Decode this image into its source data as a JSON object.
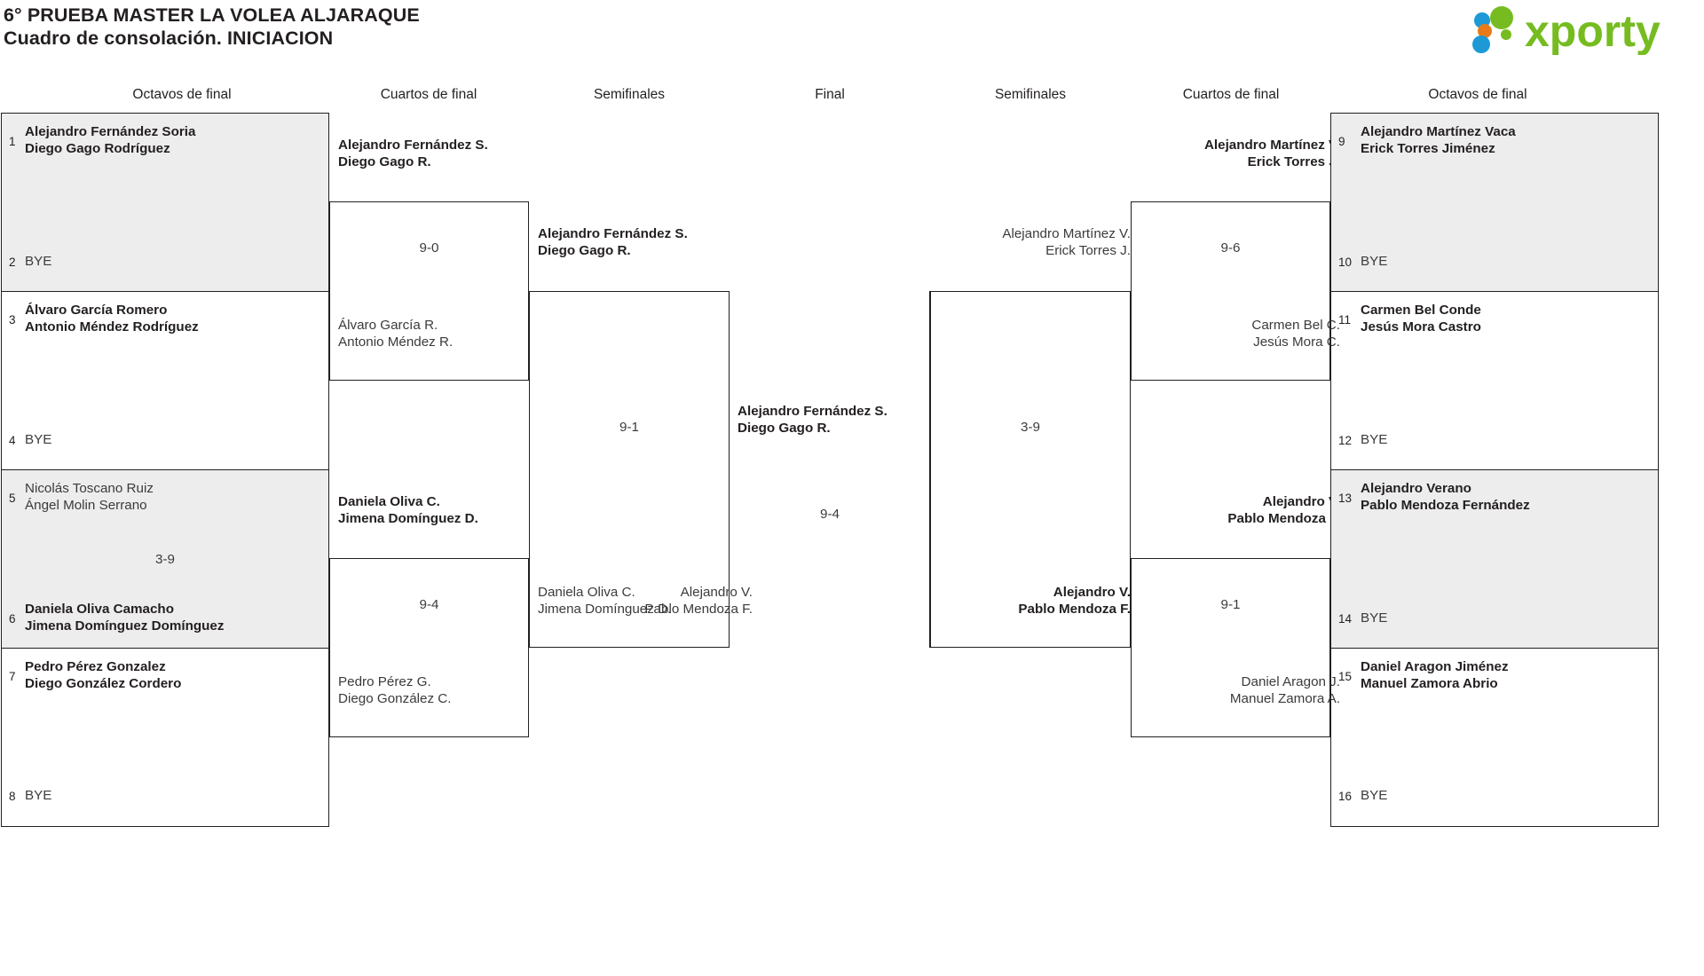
{
  "header": {
    "title_line1": "6° PRUEBA MASTER LA VOLEA ALJARAQUE",
    "title_line2": "Cuadro de consolación. INICIACION",
    "logo_text": "xporty",
    "logo_colors": {
      "blue": "#1d9ad6",
      "orange": "#e87b18",
      "green": "#76bc21"
    }
  },
  "rounds": [
    {
      "id": "r16-left",
      "label": "Octavos de final"
    },
    {
      "id": "qf-left",
      "label": "Cuartos de final"
    },
    {
      "id": "sf-left",
      "label": "Semifinales"
    },
    {
      "id": "final",
      "label": "Final"
    },
    {
      "id": "sf-right",
      "label": "Semifinales"
    },
    {
      "id": "qf-right",
      "label": "Cuartos de final"
    },
    {
      "id": "r16-right",
      "label": "Octavos de final"
    }
  ],
  "bye_label": "BYE",
  "left": {
    "seeds": [
      {
        "n": "1",
        "p1": "Alejandro Fernández Soria",
        "p2": "Diego Gago Rodríguez",
        "state": "win"
      },
      {
        "n": "2",
        "p1": "BYE",
        "p2": "",
        "state": "bye"
      },
      {
        "n": "3",
        "p1": "Álvaro García Romero",
        "p2": "Antonio Méndez Rodríguez",
        "state": "win"
      },
      {
        "n": "4",
        "p1": "BYE",
        "p2": "",
        "state": "bye"
      },
      {
        "n": "5",
        "p1": "Nicolás Toscano Ruiz",
        "p2": "Ángel Molin Serrano",
        "state": "lose"
      },
      {
        "n": "6",
        "p1": "Daniela Oliva Camacho",
        "p2": "Jimena Domínguez Domínguez",
        "state": "win"
      },
      {
        "n": "7",
        "p1": "Pedro Pérez Gonzalez",
        "p2": "Diego González Cordero",
        "state": "win"
      },
      {
        "n": "8",
        "p1": "BYE",
        "p2": "",
        "state": "bye"
      }
    ],
    "r16_scores": [
      "",
      "3-9",
      ""
    ],
    "qf": [
      {
        "p1": "Alejandro Fernández S.",
        "p2": "Diego Gago R.",
        "state": "win",
        "score": "9-0"
      },
      {
        "p1": "Álvaro García R.",
        "p2": "Antonio Méndez R.",
        "state": "lose",
        "score": ""
      },
      {
        "p1": "Daniela Oliva C.",
        "p2": "Jimena Domínguez D.",
        "state": "win",
        "score": "9-4"
      },
      {
        "p1": "Pedro Pérez G.",
        "p2": "Diego González C.",
        "state": "lose",
        "score": ""
      }
    ],
    "sf": [
      {
        "p1": "Alejandro Fernández S.",
        "p2": "Diego Gago R.",
        "state": "win",
        "score": "9-1"
      },
      {
        "p1": "Daniela Oliva C.",
        "p2": "Jimena Domínguez D.",
        "state": "lose",
        "score": ""
      }
    ]
  },
  "final": {
    "top": {
      "p1": "Alejandro Fernández S.",
      "p2": "Diego Gago R.",
      "state": "win"
    },
    "bottom": {
      "p1": "Alejandro V.",
      "p2": "Pablo Mendoza F.",
      "state": "lose"
    },
    "score": "9-4"
  },
  "right": {
    "seeds": [
      {
        "n": "9",
        "p1": "Alejandro Martínez Vaca",
        "p2": "Erick Torres Jiménez",
        "state": "win"
      },
      {
        "n": "10",
        "p1": "BYE",
        "p2": "",
        "state": "bye"
      },
      {
        "n": "11",
        "p1": "Carmen Bel Conde",
        "p2": "Jesús Mora Castro",
        "state": "win"
      },
      {
        "n": "12",
        "p1": "BYE",
        "p2": "",
        "state": "bye"
      },
      {
        "n": "13",
        "p1": "Alejandro Verano",
        "p2": "Pablo Mendoza Fernández",
        "state": "win"
      },
      {
        "n": "14",
        "p1": "BYE",
        "p2": "",
        "state": "bye"
      },
      {
        "n": "15",
        "p1": "Daniel Aragon Jiménez",
        "p2": "Manuel Zamora Abrio",
        "state": "win"
      },
      {
        "n": "16",
        "p1": "BYE",
        "p2": "",
        "state": "bye"
      }
    ],
    "qf": [
      {
        "p1": "Alejandro Martínez V.",
        "p2": "Erick Torres J.",
        "state": "win",
        "score": "9-6"
      },
      {
        "p1": "Carmen Bel C.",
        "p2": "Jesús Mora C.",
        "state": "lose",
        "score": ""
      },
      {
        "p1": "Alejandro V.",
        "p2": "Pablo Mendoza F.",
        "state": "win",
        "score": "9-1"
      },
      {
        "p1": "Daniel Aragon J.",
        "p2": "Manuel Zamora A.",
        "state": "lose",
        "score": ""
      }
    ],
    "sf": [
      {
        "p1": "Alejandro Martínez V.",
        "p2": "Erick Torres J.",
        "state": "lose",
        "score": "3-9"
      },
      {
        "p1": "Alejandro V.",
        "p2": "Pablo Mendoza F.",
        "state": "win",
        "score": ""
      }
    ]
  }
}
